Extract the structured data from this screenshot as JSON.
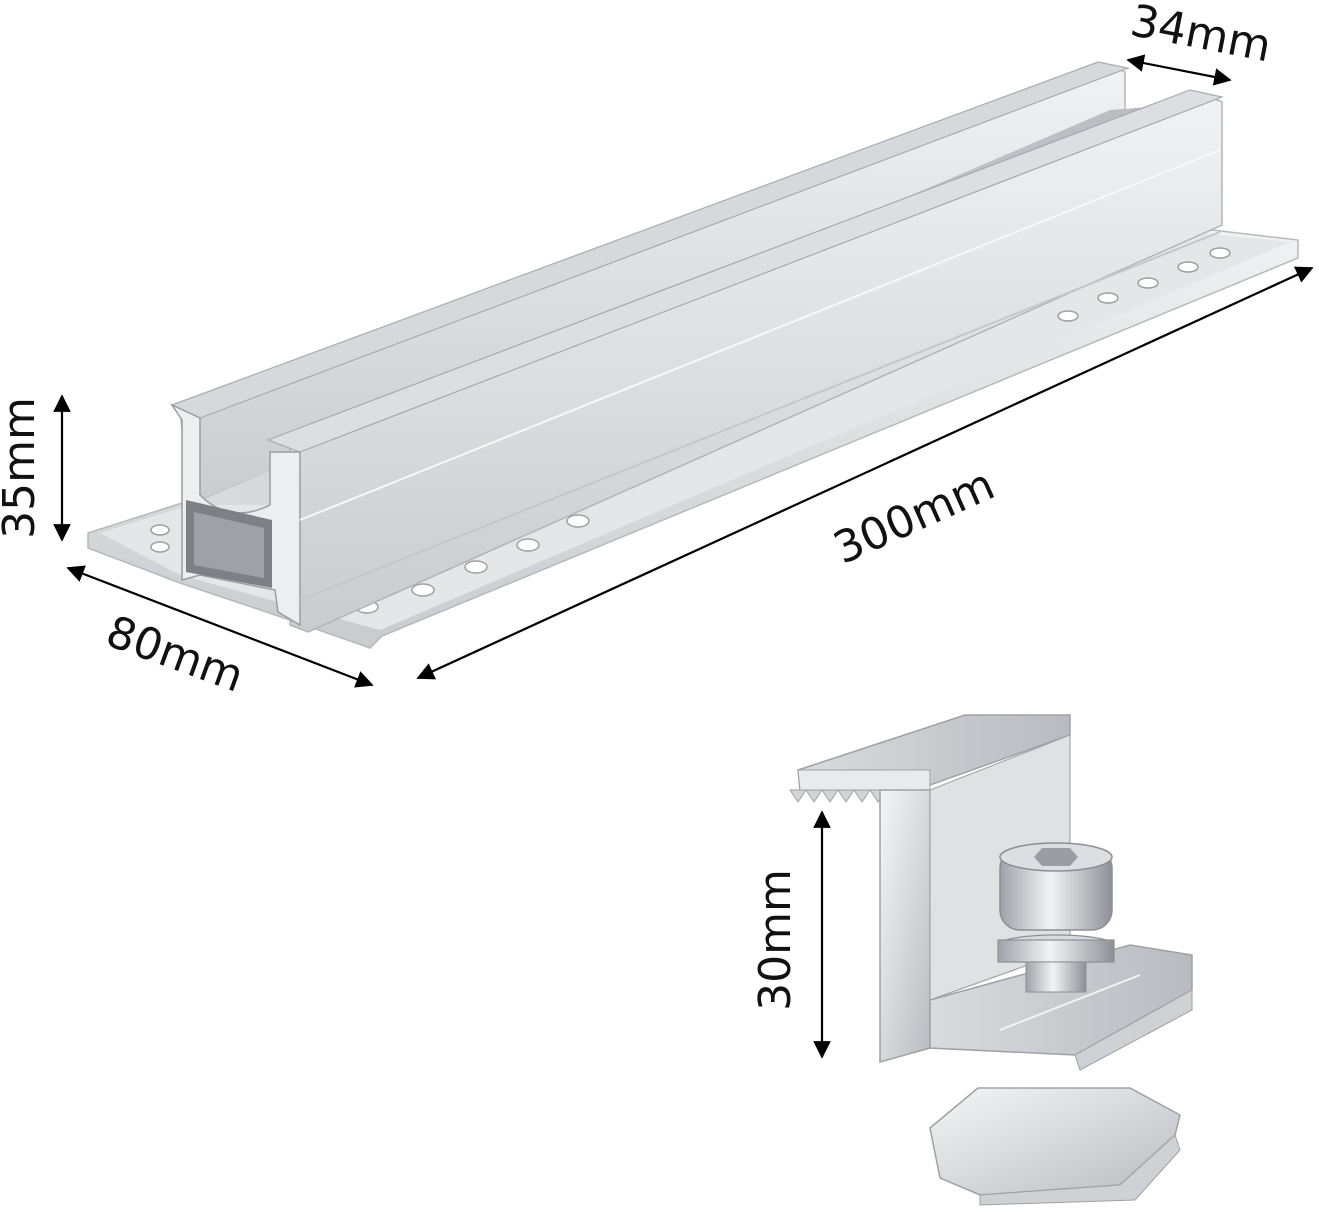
{
  "figure": {
    "dimensions": {
      "rail_top_width": "34mm",
      "rail_height": "35mm",
      "rail_base_width": "80mm",
      "rail_length": "300mm",
      "clamp_height": "30mm"
    },
    "colors": {
      "aluminum_light": "#e9eaec",
      "aluminum_mid": "#cfd1d4",
      "aluminum_dark": "#a9acb0",
      "aluminum_shadow": "#8c8f93",
      "dimension_line": "#000000"
    }
  }
}
